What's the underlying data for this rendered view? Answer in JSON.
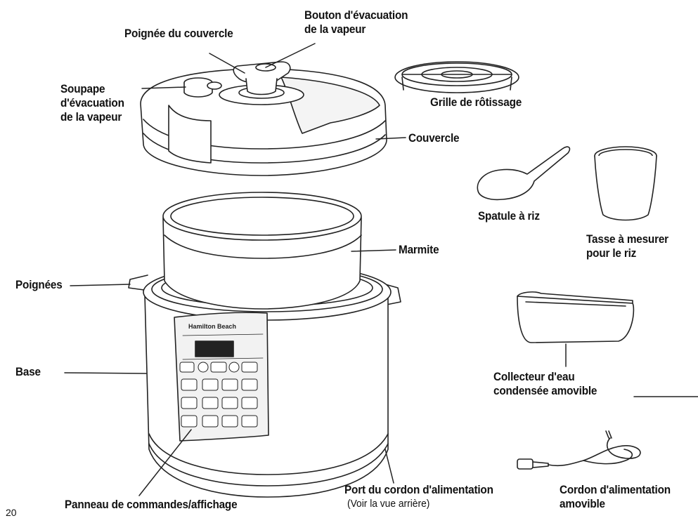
{
  "labels": {
    "lid_handle": "Poignée du couvercle",
    "steam_button_1": "Bouton d'évacuation",
    "steam_button_2": "de la vapeur",
    "steam_valve_1": "Soupape",
    "steam_valve_2": "d'évacuation",
    "steam_valve_3": "de la vapeur",
    "lid": "Couvercle",
    "rack": "Grille de rôtissage",
    "rice_spatula": "Spatule à riz",
    "measuring_cup_1": "Tasse à mesurer",
    "measuring_cup_2": "pour le riz",
    "pot": "Marmite",
    "handles": "Poignées",
    "base": "Base",
    "condensation_1": "Collecteur d'eau",
    "condensation_2": "condensée amovible",
    "control_panel": "Panneau de commandes/affichage",
    "power_port": "Port du cordon d'alimentation",
    "power_port_note": "(Voir la vue arrière)",
    "power_cord_1": "Cordon d'alimentation",
    "power_cord_2": "amovible"
  },
  "panel": {
    "brand": "Hamilton Beach"
  },
  "page_number": "20",
  "colors": {
    "line": "#222222",
    "panel": "#f2f2f2",
    "display": "#222222"
  }
}
